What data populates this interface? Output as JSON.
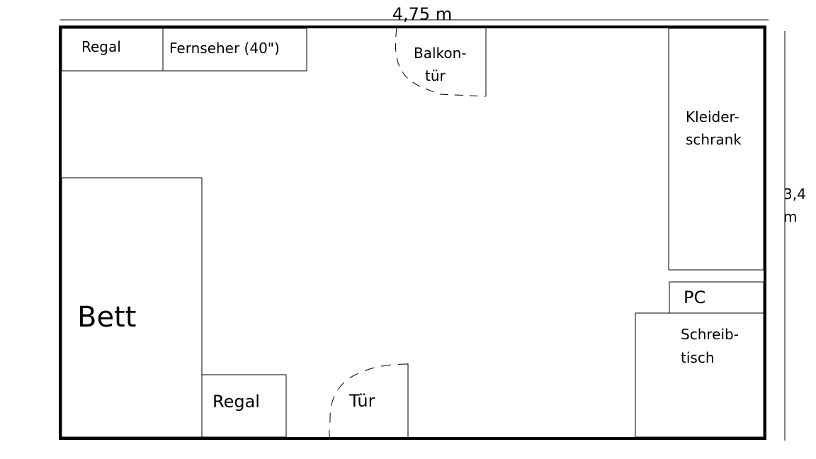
{
  "dimensions": {
    "width_label": "4,75 m",
    "height_label_value": "3,4",
    "height_label_unit": "m"
  },
  "furniture": {
    "regal_top": "Regal",
    "fernseher": "Fernseher (40\")",
    "balkontuer_line1": "Balkon-",
    "balkontuer_line2": "tür",
    "kleiderschrank_line1": "Kleider-",
    "kleiderschrank_line2": "schrank",
    "pc": "PC",
    "schreibtisch_line1": "Schreib-",
    "schreibtisch_line2": "tisch",
    "bett": "Bett",
    "regal_bottom": "Regal",
    "tuer": "Tür"
  }
}
